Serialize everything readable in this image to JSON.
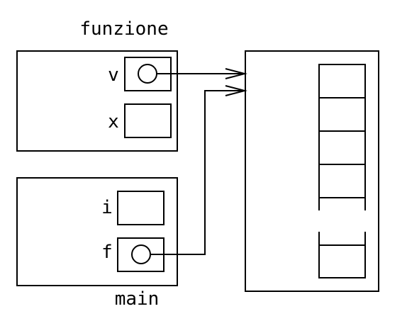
{
  "frames": {
    "funzione": {
      "title": "funzione",
      "var_v": "v",
      "var_x": "x"
    },
    "main": {
      "title": "main",
      "var_i": "i",
      "var_f": "f"
    }
  },
  "colors": {
    "stroke": "#000000",
    "background": "#ffffff"
  }
}
